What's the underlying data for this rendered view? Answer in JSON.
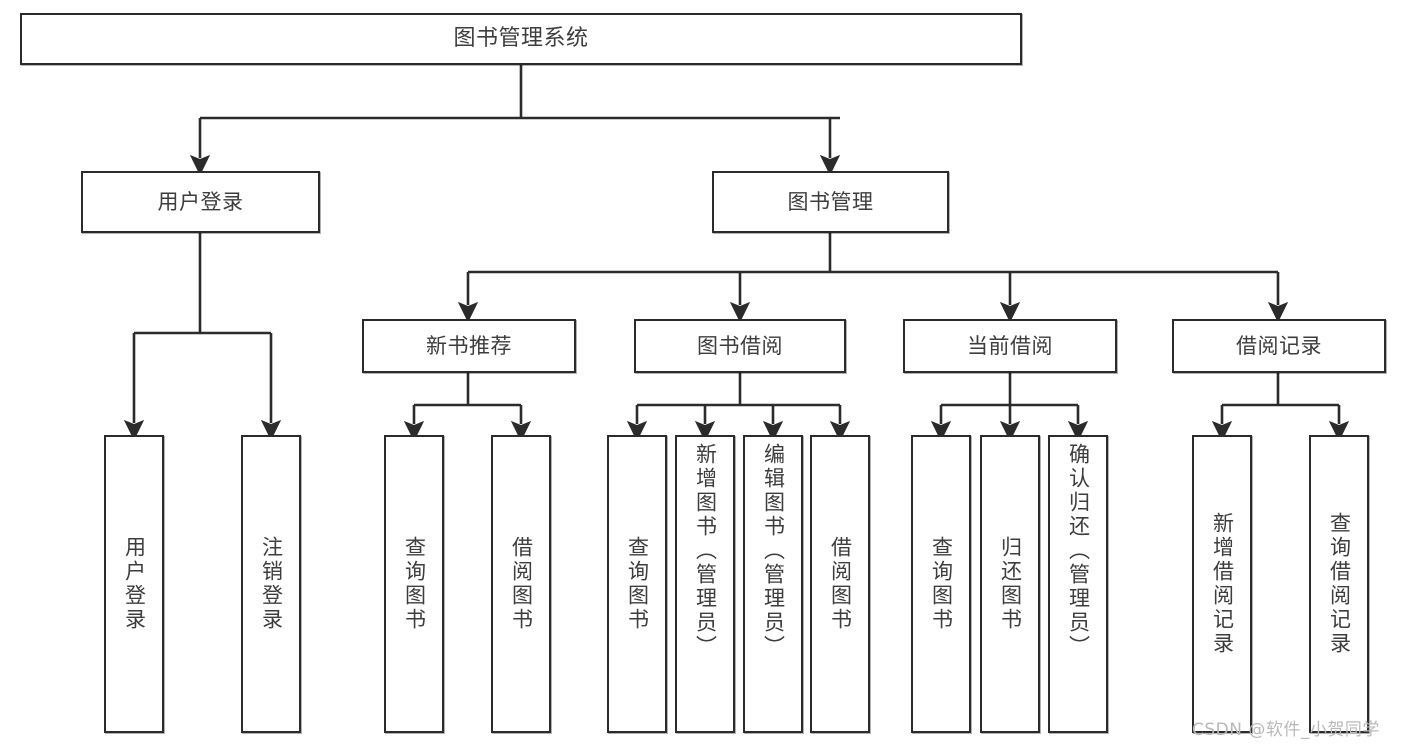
{
  "diagram": {
    "title": "图书管理系统",
    "type": "tree",
    "background_color": "#ffffff",
    "line_color": "#2b2b2b",
    "text_color": "#3d3d3d",
    "watermark": "CSDN @软件_小贺同学"
  },
  "nodes": {
    "root": {
      "label": "图书管理系统"
    },
    "level1": [
      {
        "id": "user-login",
        "label": "用户登录"
      },
      {
        "id": "book-manage",
        "label": "图书管理"
      }
    ],
    "level2": [
      {
        "id": "new-book-recommend",
        "label": "新书推荐"
      },
      {
        "id": "book-borrow",
        "label": "图书借阅"
      },
      {
        "id": "current-borrow",
        "label": "当前借阅"
      },
      {
        "id": "borrow-record",
        "label": "借阅记录"
      }
    ],
    "leaves": {
      "user_login": [
        {
          "id": "leaf-user-login",
          "label": "用户登录"
        },
        {
          "id": "leaf-logout-login",
          "label": "注销登录"
        }
      ],
      "new_book_recommend": [
        {
          "id": "leaf-query-book-1",
          "label": "查询图书"
        },
        {
          "id": "leaf-borrow-book-1",
          "label": "借阅图书"
        }
      ],
      "book_borrow": [
        {
          "id": "leaf-query-book-2",
          "label": "查询图书"
        },
        {
          "id": "leaf-add-book-admin",
          "label": "新增图书（管理员）"
        },
        {
          "id": "leaf-edit-book-admin",
          "label": "编辑图书（管理员）"
        },
        {
          "id": "leaf-borrow-book-2",
          "label": "借阅图书"
        }
      ],
      "current_borrow": [
        {
          "id": "leaf-query-book-3",
          "label": "查询图书"
        },
        {
          "id": "leaf-return-book",
          "label": "归还图书"
        },
        {
          "id": "leaf-confirm-return-admin",
          "label": "确认归还（管理员）"
        }
      ],
      "borrow_record": [
        {
          "id": "leaf-add-borrow-record",
          "label": "新增借阅记录"
        },
        {
          "id": "leaf-query-borrow-record",
          "label": "查询借阅记录"
        }
      ]
    }
  }
}
